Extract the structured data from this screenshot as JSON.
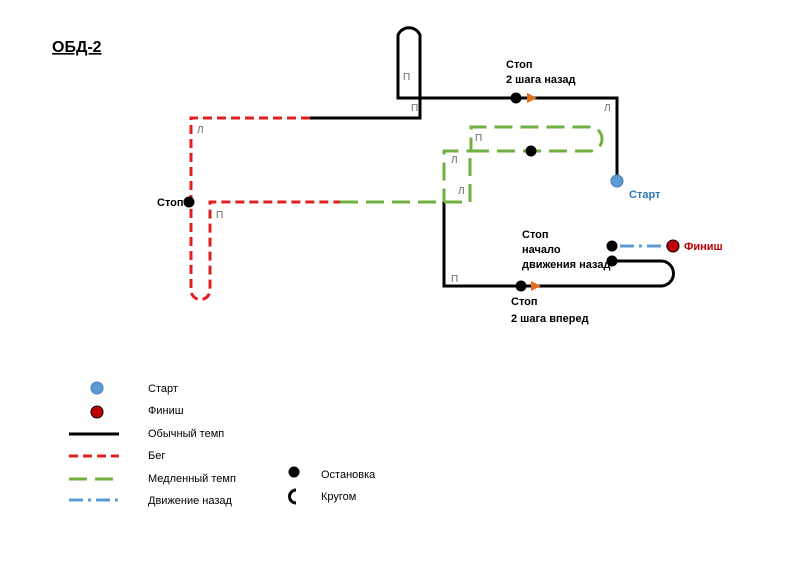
{
  "title": "ОБД-2",
  "colors": {
    "normal": "#000000",
    "run": "#e02020",
    "slow": "#70b040",
    "back": "#5b9bd5",
    "start": "#5b9bd5",
    "finish": "#c00000",
    "arrow": "#e07020",
    "turn_label": "#666666"
  },
  "labels": {
    "stop_back": [
      "Стоп",
      "2 шага назад"
    ],
    "stop_left": "Стоп",
    "stop_reverse": [
      "Стоп",
      "начало",
      "движения назад"
    ],
    "stop_forward": [
      "Стоп",
      "2 шага вперед"
    ],
    "start": "Старт",
    "finish": "Финиш"
  },
  "turns": {
    "pravo": "П",
    "levo": "Л"
  },
  "legend": {
    "start": "Старт",
    "finish": "Финиш",
    "normal": "Обычный темп",
    "run": "Бег",
    "slow": "Медленный темп",
    "back": "Движение назад",
    "stop": "Остановка",
    "circle": "Кругом"
  }
}
